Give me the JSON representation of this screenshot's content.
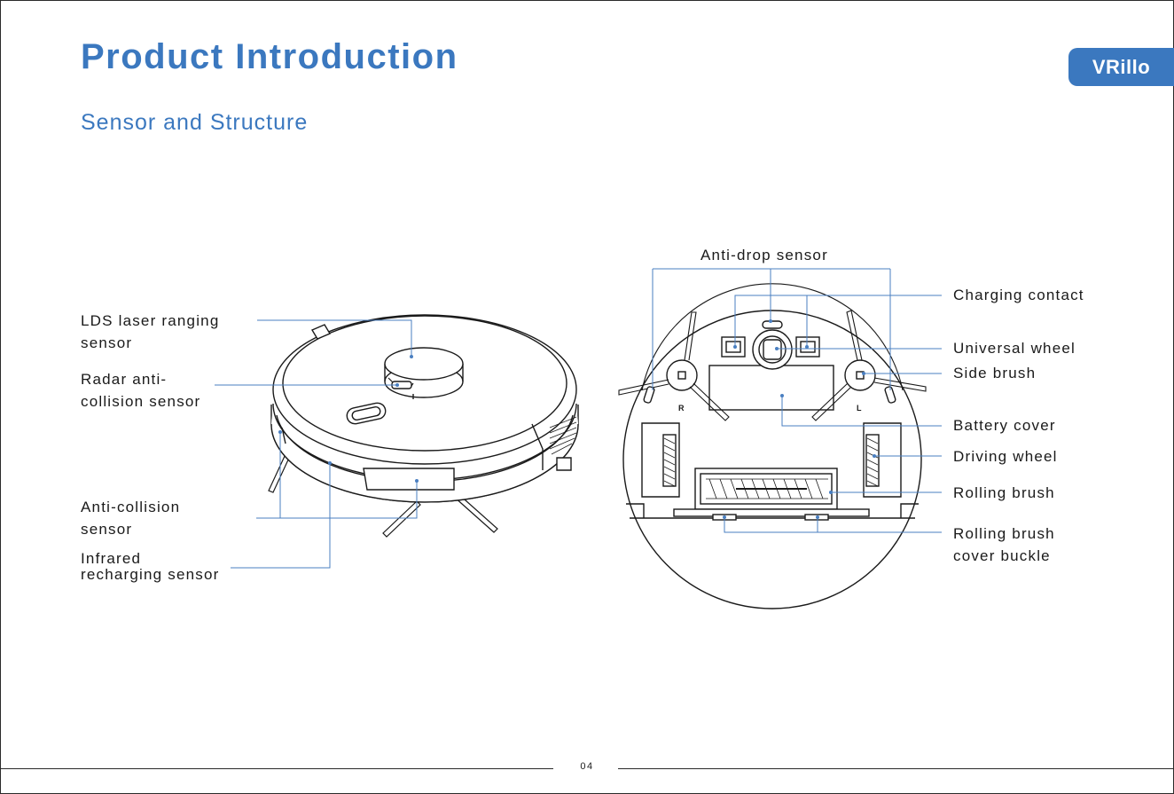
{
  "header": {
    "title": "Product Introduction",
    "subtitle": "Sensor and Structure",
    "brand": "VRillo"
  },
  "labels": {
    "lds_line1": "LDS laser ranging",
    "lds_line2": "sensor",
    "radar_line1": "Radar anti-",
    "radar_line2": "collision sensor",
    "anticollision_line1": "Anti-collision",
    "anticollision_line2": "sensor",
    "infrared_line1": "Infrared",
    "infrared_line2": "recharging sensor",
    "anti_drop": "Anti-drop sensor",
    "charging_contact": "Charging contact",
    "universal_wheel": "Universal wheel",
    "side_brush": "Side brush",
    "battery_cover": "Battery cover",
    "driving_wheel": "Driving wheel",
    "rolling_brush": "Rolling brush",
    "rolling_brush_cover_line1": "Rolling brush",
    "rolling_brush_cover_line2": "cover buckle",
    "marker_r": "R",
    "marker_l": "L"
  },
  "footer": {
    "page_number": "04"
  },
  "colors": {
    "accent": "#3b78bf",
    "leader": "#4a7fc1",
    "line_art": "#1a1a1a"
  }
}
